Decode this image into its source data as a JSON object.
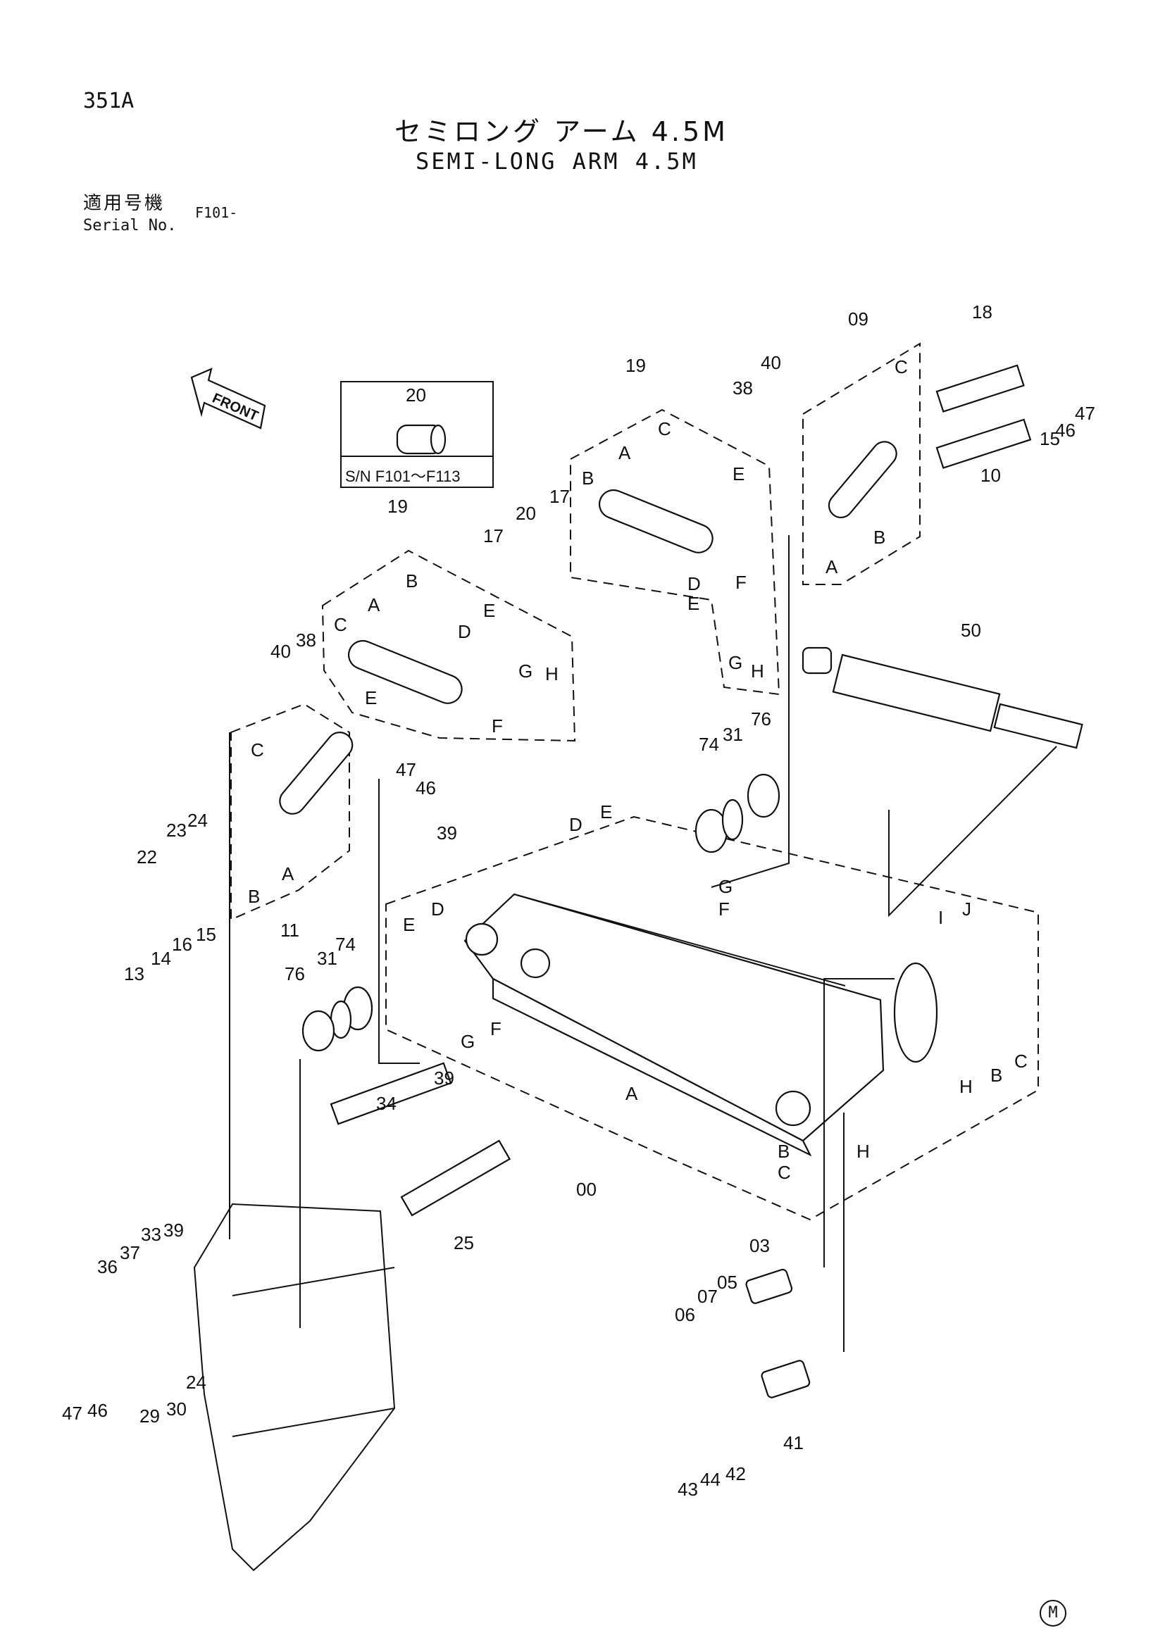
{
  "header": {
    "page_code": "351A",
    "title_jp": "セミロング アーム 4.5M",
    "title_en": "SEMI-LONG ARM 4.5M",
    "serial_label_jp": "適用号機",
    "serial_label_en": "Serial No.",
    "serial_value": "F101-"
  },
  "inset": {
    "part": "20",
    "caption": "S/N  F101～F113"
  },
  "front_label": "FRONT",
  "maker_mark": "M",
  "callouts": [
    {
      "id": "c00",
      "text": "00"
    },
    {
      "id": "c03",
      "text": "03"
    },
    {
      "id": "c05",
      "text": "05"
    },
    {
      "id": "c06",
      "text": "06"
    },
    {
      "id": "c07",
      "text": "07"
    },
    {
      "id": "c09",
      "text": "09"
    },
    {
      "id": "c10",
      "text": "10"
    },
    {
      "id": "c11",
      "text": "11"
    },
    {
      "id": "c13",
      "text": "13"
    },
    {
      "id": "c14",
      "text": "14"
    },
    {
      "id": "c15a",
      "text": "15"
    },
    {
      "id": "c15b",
      "text": "15"
    },
    {
      "id": "c16",
      "text": "16"
    },
    {
      "id": "c17a",
      "text": "17"
    },
    {
      "id": "c17b",
      "text": "17"
    },
    {
      "id": "c18",
      "text": "18"
    },
    {
      "id": "c19a",
      "text": "19"
    },
    {
      "id": "c19b",
      "text": "19"
    },
    {
      "id": "c20a",
      "text": "20"
    },
    {
      "id": "c22",
      "text": "22"
    },
    {
      "id": "c23",
      "text": "23"
    },
    {
      "id": "c24a",
      "text": "24"
    },
    {
      "id": "c24b",
      "text": "24"
    },
    {
      "id": "c25",
      "text": "25"
    },
    {
      "id": "c29",
      "text": "29"
    },
    {
      "id": "c30",
      "text": "30"
    },
    {
      "id": "c31a",
      "text": "31"
    },
    {
      "id": "c31b",
      "text": "31"
    },
    {
      "id": "c33",
      "text": "33"
    },
    {
      "id": "c34",
      "text": "34"
    },
    {
      "id": "c36",
      "text": "36"
    },
    {
      "id": "c37",
      "text": "37"
    },
    {
      "id": "c38a",
      "text": "38"
    },
    {
      "id": "c38b",
      "text": "38"
    },
    {
      "id": "c39a",
      "text": "39"
    },
    {
      "id": "c39b",
      "text": "39"
    },
    {
      "id": "c39c",
      "text": "39"
    },
    {
      "id": "c40a",
      "text": "40"
    },
    {
      "id": "c40b",
      "text": "40"
    },
    {
      "id": "c41",
      "text": "41"
    },
    {
      "id": "c42",
      "text": "42"
    },
    {
      "id": "c43",
      "text": "43"
    },
    {
      "id": "c44",
      "text": "44"
    },
    {
      "id": "c46a",
      "text": "46"
    },
    {
      "id": "c46b",
      "text": "46"
    },
    {
      "id": "c46c",
      "text": "46"
    },
    {
      "id": "c47a",
      "text": "47"
    },
    {
      "id": "c47b",
      "text": "47"
    },
    {
      "id": "c47c",
      "text": "47"
    },
    {
      "id": "c50",
      "text": "50"
    },
    {
      "id": "c74a",
      "text": "74"
    },
    {
      "id": "c74b",
      "text": "74"
    },
    {
      "id": "c76a",
      "text": "76"
    },
    {
      "id": "c76b",
      "text": "76"
    }
  ],
  "letters": [
    {
      "id": "l1",
      "text": "A"
    },
    {
      "id": "l2",
      "text": "B"
    },
    {
      "id": "l3",
      "text": "C"
    },
    {
      "id": "l4",
      "text": "E"
    },
    {
      "id": "l5",
      "text": "D"
    },
    {
      "id": "l6",
      "text": "E"
    },
    {
      "id": "l7",
      "text": "F"
    },
    {
      "id": "l8",
      "text": "G"
    },
    {
      "id": "l9",
      "text": "H"
    },
    {
      "id": "l10",
      "text": "C"
    },
    {
      "id": "l11",
      "text": "B"
    },
    {
      "id": "l12",
      "text": "A"
    },
    {
      "id": "l13",
      "text": "A"
    },
    {
      "id": "l14",
      "text": "B"
    },
    {
      "id": "l15",
      "text": "C"
    },
    {
      "id": "l16",
      "text": "E"
    },
    {
      "id": "l17",
      "text": "D"
    },
    {
      "id": "l18",
      "text": "E"
    },
    {
      "id": "l19",
      "text": "F"
    },
    {
      "id": "l20",
      "text": "G"
    },
    {
      "id": "l21",
      "text": "H"
    },
    {
      "id": "l22",
      "text": "C"
    },
    {
      "id": "l23",
      "text": "A"
    },
    {
      "id": "l24",
      "text": "B"
    },
    {
      "id": "l25",
      "text": "D"
    },
    {
      "id": "l26",
      "text": "E"
    },
    {
      "id": "l27",
      "text": "G"
    },
    {
      "id": "l28",
      "text": "F"
    },
    {
      "id": "l29",
      "text": "E"
    },
    {
      "id": "l30",
      "text": "D"
    },
    {
      "id": "l31",
      "text": "F"
    },
    {
      "id": "l32",
      "text": "G"
    },
    {
      "id": "l33",
      "text": "A"
    },
    {
      "id": "l34",
      "text": "B"
    },
    {
      "id": "l35",
      "text": "C"
    },
    {
      "id": "l36",
      "text": "H"
    },
    {
      "id": "l37",
      "text": "I"
    },
    {
      "id": "l38",
      "text": "J"
    },
    {
      "id": "l39",
      "text": "B"
    },
    {
      "id": "l40",
      "text": "C"
    },
    {
      "id": "l41",
      "text": "H"
    }
  ]
}
